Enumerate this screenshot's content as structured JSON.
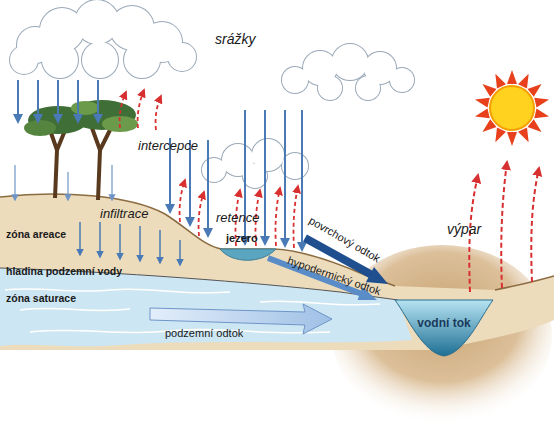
{
  "diagram": {
    "nodes": [
      {
        "text": [
          "vodní tok"
        ]
      }
    ],
    "labels": [
      "srážky",
      "intercepce",
      "infiltrace",
      "retence",
      "povrchový odtok",
      "výpar",
      "zóna areace",
      "jezero",
      "hladina podzemní vody",
      "hypodermický odtok",
      "zóna saturace",
      "podzemní odtok"
    ]
  }
}
